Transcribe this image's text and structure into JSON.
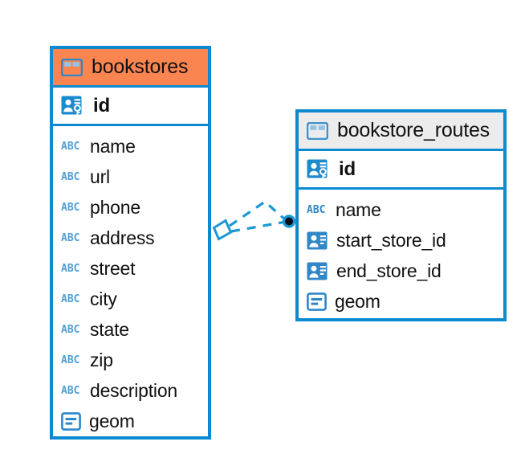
{
  "diagram": {
    "type": "entity-relationship-diagram",
    "background_color": "#ffffff",
    "accent_color": "#0b8ad0",
    "highlight_color": "#fa8550",
    "neutral_header_color": "#ececed"
  },
  "entities": [
    {
      "name": "bookstores",
      "header_style": "accent",
      "table_icon": "table-icon",
      "primary_key": {
        "label": "id",
        "icon": "primary-key-icon"
      },
      "fields": [
        {
          "label": "name",
          "icon": "abc-text-icon",
          "type": "ABC"
        },
        {
          "label": "url",
          "icon": "abc-text-icon",
          "type": "ABC"
        },
        {
          "label": "phone",
          "icon": "abc-text-icon",
          "type": "ABC"
        },
        {
          "label": "address",
          "icon": "abc-text-icon",
          "type": "ABC"
        },
        {
          "label": "street",
          "icon": "abc-text-icon",
          "type": "ABC"
        },
        {
          "label": "city",
          "icon": "abc-text-icon",
          "type": "ABC"
        },
        {
          "label": "state",
          "icon": "abc-text-icon",
          "type": "ABC"
        },
        {
          "label": "zip",
          "icon": "abc-text-icon",
          "type": "ABC"
        },
        {
          "label": "description",
          "icon": "abc-text-icon",
          "type": "ABC"
        },
        {
          "label": "geom",
          "icon": "geometry-icon",
          "type": "geometry"
        }
      ]
    },
    {
      "name": "bookstore_routes",
      "header_style": "plain",
      "table_icon": "table-icon",
      "primary_key": {
        "label": "id",
        "icon": "primary-key-icon"
      },
      "fields": [
        {
          "label": "name",
          "icon": "abc-text-icon",
          "type": "ABC"
        },
        {
          "label": "start_store_id",
          "icon": "foreign-key-icon",
          "type": "reference"
        },
        {
          "label": "end_store_id",
          "icon": "foreign-key-icon",
          "type": "reference"
        },
        {
          "label": "geom",
          "icon": "geometry-icon",
          "type": "geometry"
        }
      ]
    }
  ],
  "relationship": {
    "from_entity": "bookstores",
    "to_entity": "bookstore_routes",
    "from_marker": "diamond-marker",
    "to_marker": "filled-circle-marker",
    "line_style": "dashed",
    "line_color": "#0b8ad0"
  }
}
